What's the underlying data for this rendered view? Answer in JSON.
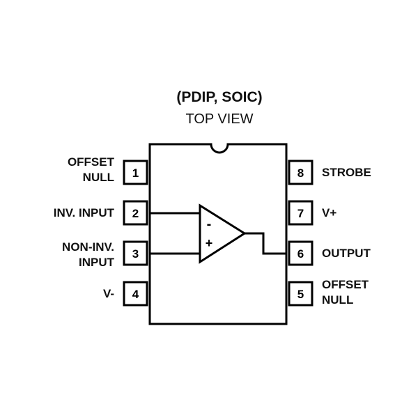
{
  "title": {
    "package": "(PDIP, SOIC)",
    "view": "TOP VIEW"
  },
  "pins": [
    {
      "number": "1",
      "label_lines": [
        "OFFSET",
        "NULL"
      ]
    },
    {
      "number": "2",
      "label_lines": [
        "INV. INPUT"
      ]
    },
    {
      "number": "3",
      "label_lines": [
        "NON-INV.",
        "INPUT"
      ]
    },
    {
      "number": "4",
      "label_lines": [
        "V-"
      ]
    },
    {
      "number": "5",
      "label_lines": [
        "OFFSET",
        "NULL"
      ]
    },
    {
      "number": "6",
      "label_lines": [
        "OUTPUT"
      ]
    },
    {
      "number": "7",
      "label_lines": [
        "V+"
      ]
    },
    {
      "number": "8",
      "label_lines": [
        "STROBE"
      ]
    }
  ],
  "opamp": {
    "inverting_symbol": "-",
    "noninverting_symbol": "+"
  }
}
